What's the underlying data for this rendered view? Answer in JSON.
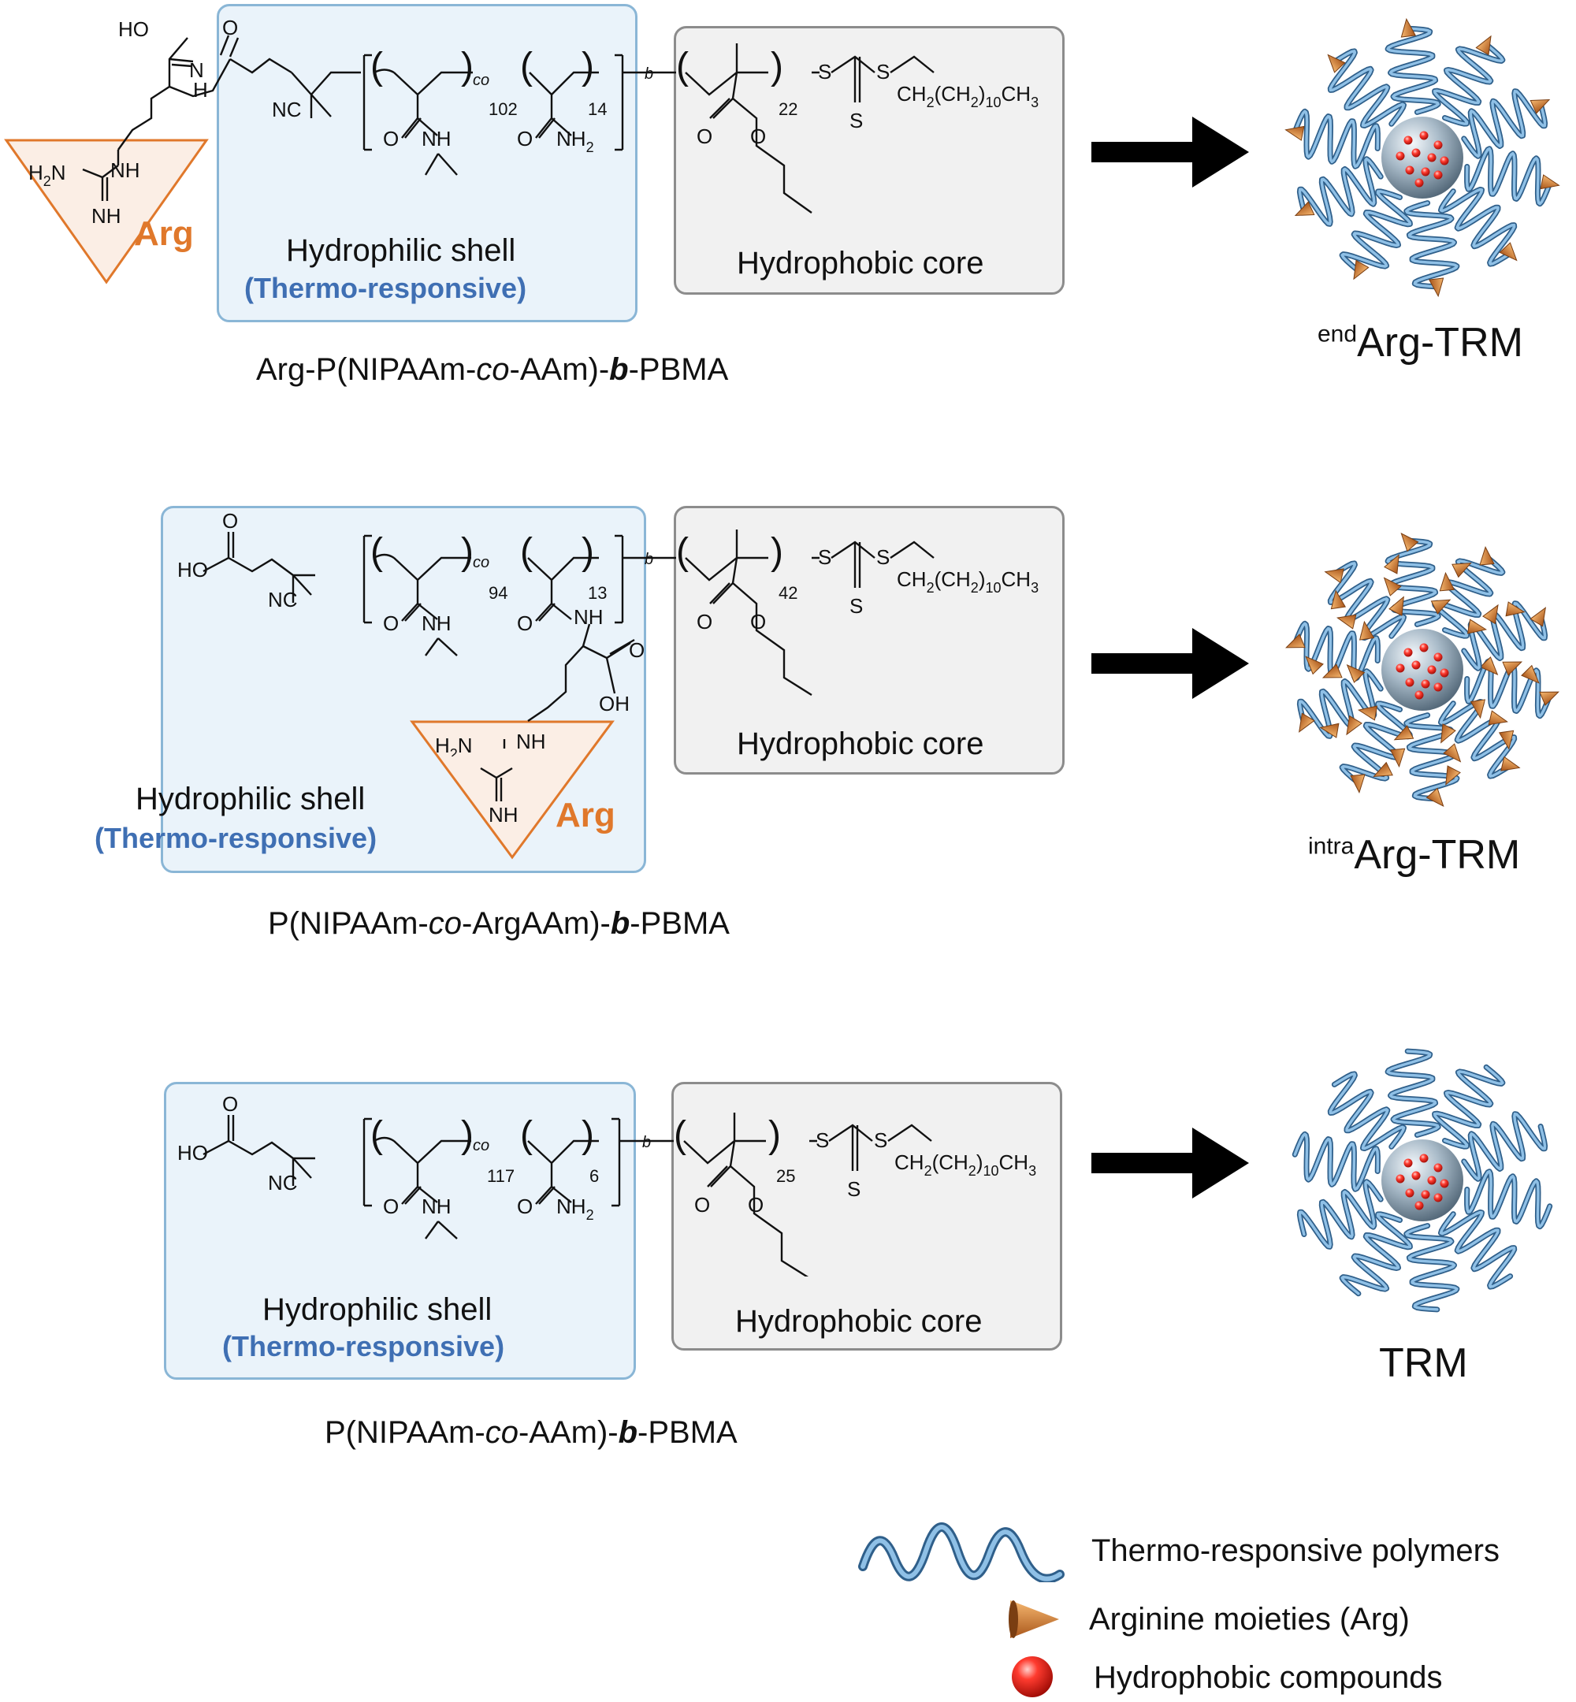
{
  "rows": [
    {
      "shell_label": "Hydrophilic shell",
      "shell_sub": "(Thermo-responsive)",
      "core_label": "Hydrophobic core",
      "arg_label": "Arg",
      "polymer_name_parts": [
        "Arg-P(NIPAAm-",
        "co",
        "-AAm)-",
        "b",
        "-PBMA"
      ],
      "micelle_sup": "end",
      "micelle_name": "Arg-TRM",
      "chem": {
        "n1": "102",
        "n2": "14",
        "n3": "22",
        "co": "co",
        "b": "b",
        "acid": "HO",
        "nc": "NC",
        "nh": "NH",
        "nh2": "NH2",
        "h2n": "H2N",
        "h": "H",
        "o": "O",
        "s": "S",
        "tail": "CH2(CH2)10CH3"
      }
    },
    {
      "shell_label": "Hydrophilic shell",
      "shell_sub": "(Thermo-responsive)",
      "core_label": "Hydrophobic core",
      "arg_label": "Arg",
      "polymer_name_parts": [
        "P(NIPAAm-",
        "co",
        "-ArgAAm)-",
        "b",
        "-PBMA"
      ],
      "micelle_sup": "intra",
      "micelle_name": "Arg-TRM",
      "chem": {
        "n1": "94",
        "n2": "13",
        "n3": "42",
        "co": "co",
        "b": "b",
        "acid": "HO",
        "nc": "NC",
        "nh": "NH",
        "oh": "OH",
        "h2n": "H2N",
        "o": "O",
        "s": "S",
        "tail": "CH2(CH2)10CH3"
      }
    },
    {
      "shell_label": "Hydrophilic shell",
      "shell_sub": "(Thermo-responsive)",
      "core_label": "Hydrophobic core",
      "polymer_name_parts": [
        "P(NIPAAm-",
        "co",
        "-AAm)-",
        "b",
        "-PBMA"
      ],
      "micelle_sup": "",
      "micelle_name": "TRM",
      "chem": {
        "n1": "117",
        "n2": "6",
        "n3": "25",
        "co": "co",
        "b": "b",
        "acid": "HO",
        "nc": "NC",
        "nh": "NH",
        "nh2": "NH2",
        "o": "O",
        "s": "S",
        "tail": "CH2(CH2)10CH3"
      }
    }
  ],
  "legend": [
    {
      "icon": "wavy-polymer-icon",
      "label": "Thermo-responsive polymers"
    },
    {
      "icon": "arginine-cone-icon",
      "label": "Arginine moieties (Arg)"
    },
    {
      "icon": "red-sphere-icon",
      "label": "Hydrophobic compounds"
    }
  ],
  "colors": {
    "shell_border": "#8ab6d6",
    "shell_fill": "#eaf3fa",
    "core_border": "#8c8c8c",
    "core_fill": "#f1f1f1",
    "arg": "#e0782b",
    "blue_text": "#3f6fb3",
    "polymer": "#6a9fcf",
    "sphere": "#8fa3b3",
    "red": "#e23a2e"
  }
}
